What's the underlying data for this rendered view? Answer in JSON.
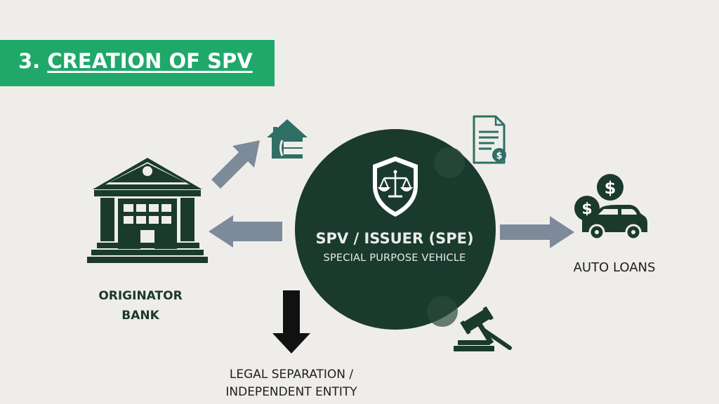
{
  "title": {
    "number": "3.",
    "text": "CREATION OF SPV"
  },
  "center": {
    "title": "SPV / ISSUER (SPE)",
    "subtitle": "SPECIAL PURPOSE VEHICLE"
  },
  "nodes": {
    "originator": [
      "ORIGINATOR",
      "BANK"
    ],
    "auto_loans": "AUTO LOANS",
    "legal": [
      "LEGAL SEPARATION /",
      "INDEPENDENT ENTITY"
    ]
  },
  "icons": {
    "bank": "bank-building-icon",
    "house": "house-mortgage-icon",
    "document": "document-dollar-icon",
    "shield": "shield-scales-icon",
    "car": "car-dollar-icon",
    "gavel": "gavel-icon"
  },
  "colors": {
    "background": "#efedea",
    "title_bar": "#1fa86a",
    "dark_green": "#1b3a2e",
    "teal": "#2f6f64",
    "arrow_gray": "#7d8a99",
    "arrow_black": "#111111"
  }
}
